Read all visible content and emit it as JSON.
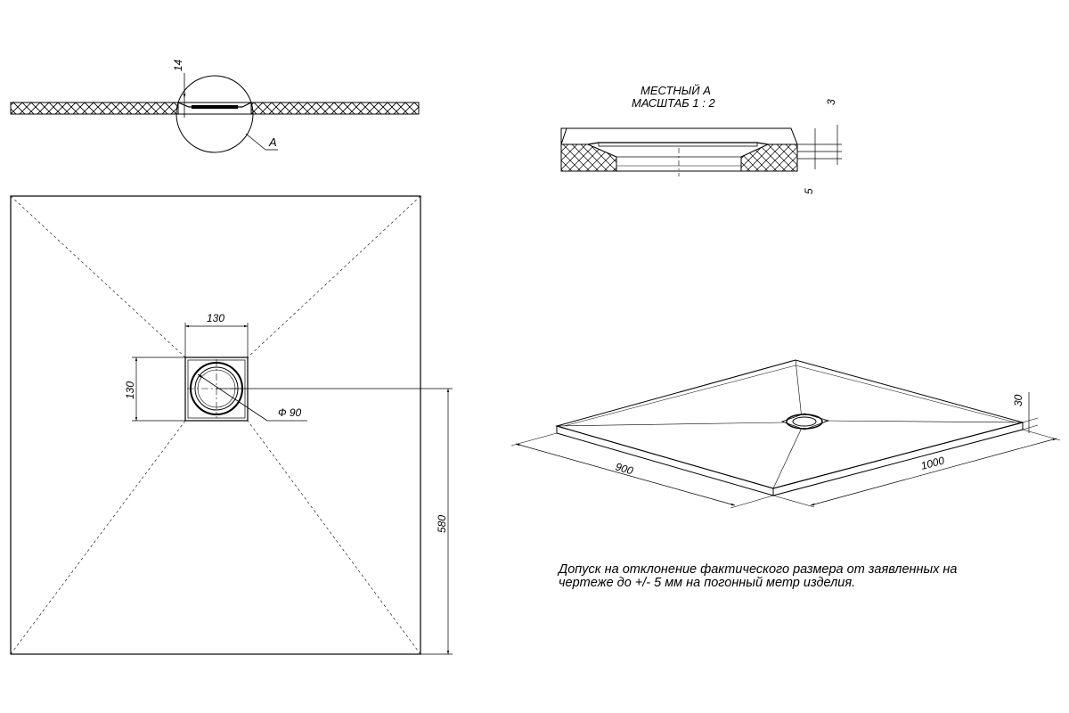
{
  "detail_a": {
    "title": "МЕСТНЫЙ А",
    "scale": "МАСШТАБ 1 : 2",
    "dim_top": "3",
    "dim_bottom": "5"
  },
  "side_view": {
    "dim_height": "14",
    "callout": "А"
  },
  "plan_view": {
    "drain_width": "130",
    "drain_height": "130",
    "drain_diameter": "Ф 90",
    "drain_offset": "580"
  },
  "iso_view": {
    "width": "900",
    "length": "1000",
    "height": "30"
  },
  "note": {
    "line1": "Допуск на отклонение фактического размера от заявленных на",
    "line2": "чертеже до +/- 5 мм на погонный метр изделия."
  }
}
